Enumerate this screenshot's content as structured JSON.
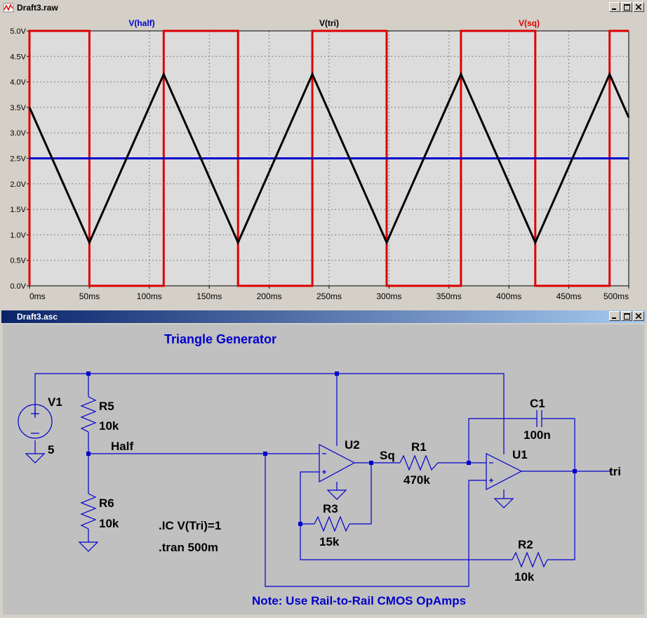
{
  "waveform_window": {
    "title": "Draft3.raw",
    "traces": [
      {
        "name": "V(half)",
        "color": "#0000cc"
      },
      {
        "name": "V(tri)",
        "color": "#000000"
      },
      {
        "name": "V(sq)",
        "color": "#dd0000"
      }
    ],
    "y_ticks": [
      "5.0V",
      "4.5V",
      "4.0V",
      "3.5V",
      "3.0V",
      "2.5V",
      "2.0V",
      "1.5V",
      "1.0V",
      "0.5V",
      "0.0V"
    ],
    "x_ticks": [
      "0ms",
      "50ms",
      "100ms",
      "150ms",
      "200ms",
      "250ms",
      "300ms",
      "350ms",
      "400ms",
      "450ms",
      "500ms"
    ]
  },
  "chart_data": {
    "type": "line",
    "xlabel": "",
    "ylabel": "",
    "xlim": [
      0,
      500
    ],
    "ylim": [
      0,
      5
    ],
    "grid": true,
    "legend": "top",
    "x_unit": "ms",
    "y_unit": "V",
    "series": [
      {
        "name": "V(half)",
        "color": "#0000cc",
        "x": [
          0,
          500
        ],
        "y": [
          2.5,
          2.5
        ]
      },
      {
        "name": "V(tri)",
        "color": "#000000",
        "x": [
          0,
          50,
          112,
          174,
          236,
          298,
          360,
          422,
          484,
          500
        ],
        "y": [
          3.5,
          0.85,
          4.15,
          0.85,
          4.15,
          0.85,
          4.15,
          0.85,
          4.15,
          3.3
        ]
      },
      {
        "name": "V(sq)",
        "color": "#dd0000",
        "x": [
          0,
          0,
          50,
          50,
          112,
          112,
          174,
          174,
          236,
          236,
          298,
          298,
          360,
          360,
          422,
          422,
          484,
          484,
          500
        ],
        "y": [
          0,
          5,
          5,
          0,
          0,
          5,
          5,
          0,
          0,
          5,
          5,
          0,
          0,
          5,
          5,
          0,
          0,
          5,
          5
        ]
      }
    ]
  },
  "schematic_window": {
    "title": "Draft3.asc",
    "heading": "Triangle Generator",
    "note": "Note: Use Rail-to-Rail CMOS OpAmps",
    "directives": [
      ".IC V(Tri)=1",
      ".tran 500m"
    ],
    "nets": {
      "half": "Half",
      "sq": "Sq",
      "tri": "tri"
    },
    "components": {
      "v1": {
        "ref": "V1",
        "value": "5"
      },
      "r5": {
        "ref": "R5",
        "value": "10k"
      },
      "r6": {
        "ref": "R6",
        "value": "10k"
      },
      "r3": {
        "ref": "R3",
        "value": "15k"
      },
      "r1": {
        "ref": "R1",
        "value": "470k"
      },
      "r2": {
        "ref": "R2",
        "value": "10k"
      },
      "c1": {
        "ref": "C1",
        "value": "100n"
      },
      "u1": {
        "ref": "U1"
      },
      "u2": {
        "ref": "U2"
      }
    }
  }
}
